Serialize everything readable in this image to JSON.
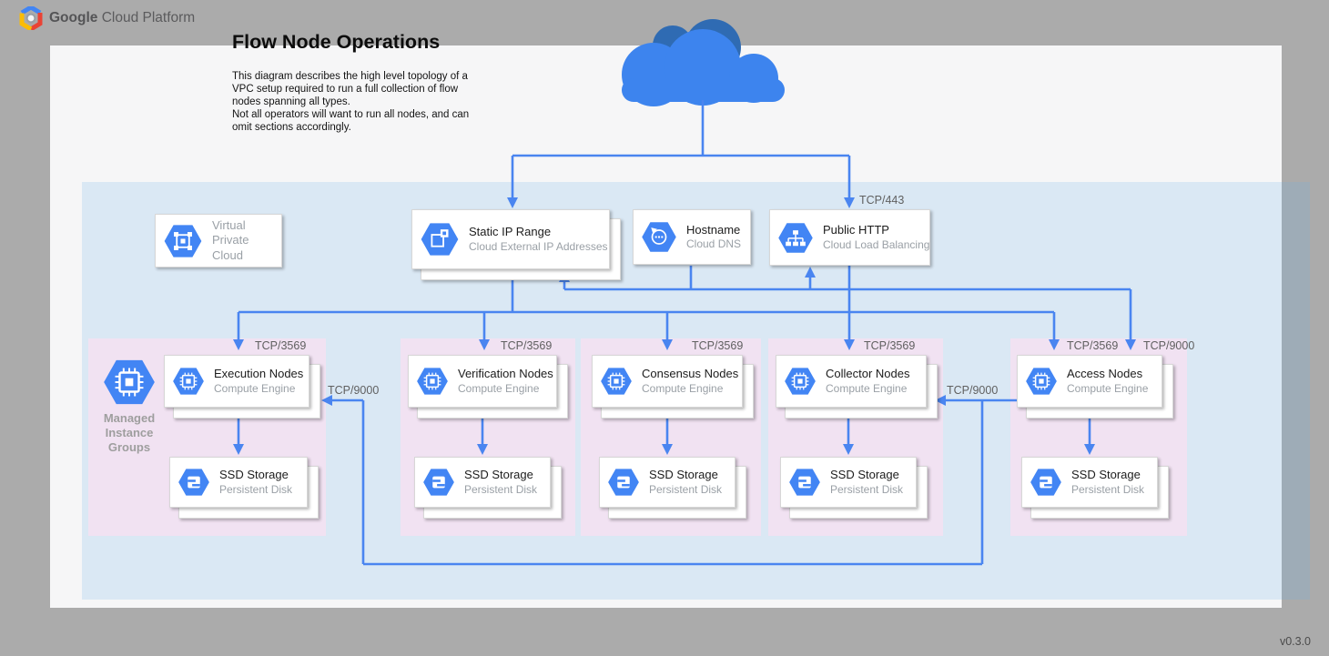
{
  "header": {
    "brand_bold": "Google",
    "brand_rest": "Cloud Platform"
  },
  "title": "Flow Node Operations",
  "description": "This diagram describes the high level topology of a\nVPC setup required to run a full collection of flow\nnodes spanning all types.\nNot all operators will want to run all nodes, and can\nomit sections accordingly.",
  "version": "v0.3.0",
  "colors": {
    "background": "#ababab",
    "canvas": "#f6f6f7",
    "vpc_fill": "rgba(110,180,235,0.2)",
    "group_pink": "#f1e2f2",
    "wire_blue": "#4a85f0",
    "icon_blue": "#4285F4",
    "cloud_light": "#3d84ee",
    "cloud_dark": "#2f6bb3"
  },
  "ports": {
    "https": "TCP/443",
    "flow": "TCP/3569",
    "access": "TCP/9000"
  },
  "cards": {
    "vpc": {
      "title": "Virtual\nPrivate Cloud"
    },
    "static_ip": {
      "title": "Static IP Range",
      "subtitle": "Cloud External IP Addresses"
    },
    "hostname": {
      "title": "Hostname",
      "subtitle": "Cloud DNS"
    },
    "public_http": {
      "title": "Public HTTP",
      "subtitle": "Cloud Load Balancing"
    }
  },
  "managed_instance_groups_label": "Managed\nInstance\nGroups",
  "groups": [
    {
      "title": "Execution Nodes",
      "subtitle": "Compute Engine",
      "port": "TCP/3569",
      "storage_title": "SSD Storage",
      "storage_subtitle": "Persistent Disk"
    },
    {
      "title": "Verification Nodes",
      "subtitle": "Compute Engine",
      "port": "TCP/3569",
      "storage_title": "SSD Storage",
      "storage_subtitle": "Persistent Disk"
    },
    {
      "title": "Consensus Nodes",
      "subtitle": "Compute Engine",
      "port": "TCP/3569",
      "storage_title": "SSD Storage",
      "storage_subtitle": "Persistent Disk"
    },
    {
      "title": "Collector Nodes",
      "subtitle": "Compute Engine",
      "port": "TCP/3569",
      "storage_title": "SSD Storage",
      "storage_subtitle": "Persistent Disk"
    },
    {
      "title": "Access Nodes",
      "subtitle": "Compute Engine",
      "port": "TCP/3569",
      "storage_title": "SSD Storage",
      "storage_subtitle": "Persistent Disk"
    }
  ],
  "edges": [
    {
      "from": "internet-cloud",
      "to": "static-ip-range",
      "label": ""
    },
    {
      "from": "internet-cloud",
      "to": "public-http",
      "label": "TCP/443"
    },
    {
      "from": "hostname",
      "to": "static-ip-range",
      "label": ""
    },
    {
      "from": "hostname",
      "to": "public-http",
      "label": ""
    },
    {
      "from": "static-ip-range",
      "to": "execution-nodes",
      "label": "TCP/3569"
    },
    {
      "from": "static-ip-range",
      "to": "verification-nodes",
      "label": "TCP/3569"
    },
    {
      "from": "static-ip-range",
      "to": "consensus-nodes",
      "label": "TCP/3569"
    },
    {
      "from": "static-ip-range",
      "to": "collector-nodes",
      "label": "TCP/3569"
    },
    {
      "from": "static-ip-range",
      "to": "access-nodes",
      "label": "TCP/3569"
    },
    {
      "from": "public-http",
      "to": "access-nodes",
      "label": "TCP/9000"
    },
    {
      "from": "access-nodes",
      "to": "collector-nodes",
      "label": "TCP/9000"
    },
    {
      "from": "access-nodes",
      "to": "execution-nodes",
      "label": "TCP/9000"
    },
    {
      "from": "execution-nodes",
      "to": "execution-ssd-storage",
      "label": ""
    },
    {
      "from": "verification-nodes",
      "to": "verification-ssd-storage",
      "label": ""
    },
    {
      "from": "consensus-nodes",
      "to": "consensus-ssd-storage",
      "label": ""
    },
    {
      "from": "collector-nodes",
      "to": "collector-ssd-storage",
      "label": ""
    },
    {
      "from": "access-nodes",
      "to": "access-ssd-storage",
      "label": ""
    }
  ]
}
